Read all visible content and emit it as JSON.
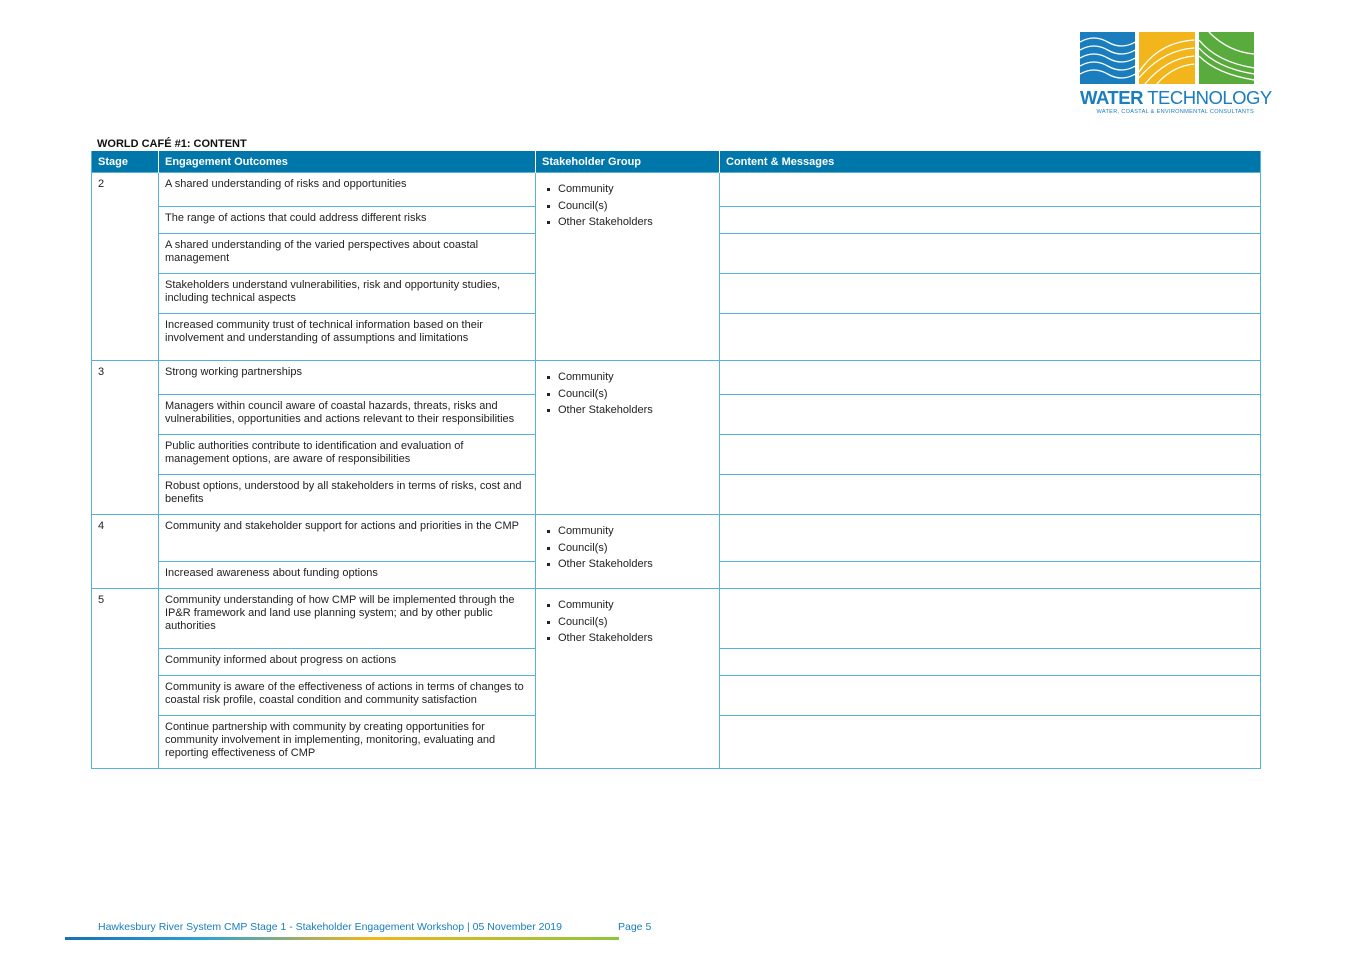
{
  "logo": {
    "name_bold": "WATER",
    "name_light": " TECHNOLOGY",
    "tagline": "WATER, COASTAL & ENVIRONMENTAL CONSULTANTS",
    "colors": {
      "blue": "#1a7dbd",
      "yellow": "#f2b51b",
      "green": "#5aab3e"
    }
  },
  "section_title": "WORLD CAFÉ #1: CONTENT",
  "table": {
    "headers": [
      "Stage",
      "Engagement Outcomes",
      "Stakeholder Group",
      "Content & Messages"
    ],
    "header_color": "#0077aa",
    "border_color": "#5ab0d8",
    "stages": [
      {
        "stage": "2",
        "stakeholders": [
          "Community",
          "Council(s)",
          "Other Stakeholders"
        ],
        "outcomes": [
          "A shared understanding of risks and opportunities",
          "The range of actions that could address different risks",
          "A shared understanding of the varied perspectives about coastal management",
          "Stakeholders understand vulnerabilities, risk and opportunity studies, including technical aspects",
          "Increased community trust of technical information based on their involvement and understanding of assumptions and limitations"
        ]
      },
      {
        "stage": "3",
        "stakeholders": [
          "Community",
          "Council(s)",
          "Other Stakeholders"
        ],
        "outcomes": [
          "Strong working partnerships",
          "Managers within council aware of coastal hazards, threats, risks and vulnerabilities, opportunities and actions relevant to their responsibilities",
          "Public authorities contribute to identification and evaluation of management options, are aware of responsibilities",
          "Robust options, understood by all stakeholders in terms of risks, cost and benefits"
        ]
      },
      {
        "stage": "4",
        "stakeholders": [
          "Community",
          "Council(s)",
          "Other Stakeholders"
        ],
        "outcomes": [
          "Community and stakeholder support for actions and priorities in the CMP",
          "Increased awareness about funding options"
        ]
      },
      {
        "stage": "5",
        "stakeholders": [
          "Community",
          "Council(s)",
          "Other Stakeholders"
        ],
        "outcomes": [
          "Community understanding of how CMP will be implemented through the IP&R framework and land use planning system; and by other public authorities",
          "Community informed about progress on actions",
          "Community is aware of the effectiveness of actions in terms of changes to coastal risk profile, coastal condition and community satisfaction",
          "Continue partnership with community by creating opportunities for community involvement in implementing, monitoring, evaluating and reporting effectiveness of CMP"
        ]
      }
    ]
  },
  "footer": {
    "text": "Hawkesbury River System CMP Stage 1 - Stakeholder Engagement Workshop | 05 November 2019",
    "page": "Page 5"
  }
}
